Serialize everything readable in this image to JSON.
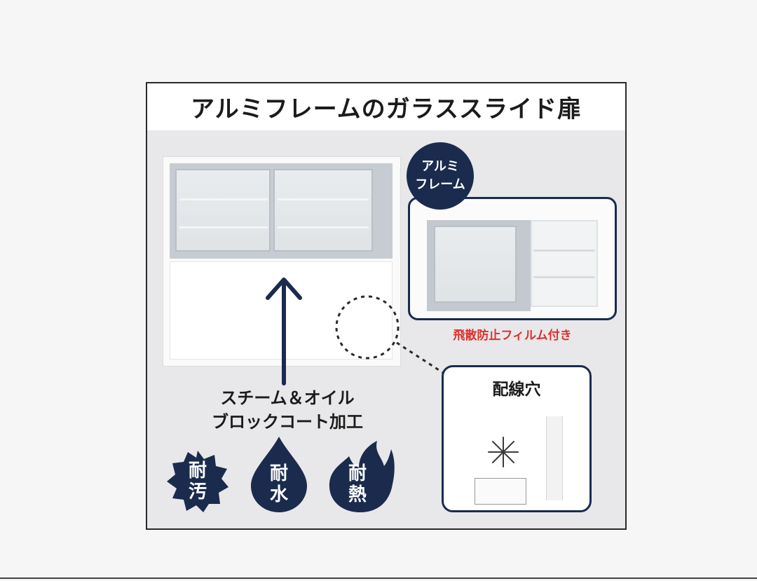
{
  "title": "アルミフレームのガラススライド扉",
  "steam_label_line1": "スチーム＆オイル",
  "steam_label_line2": "ブロックコート加工",
  "badges": {
    "stain": {
      "line1": "耐",
      "line2": "汚"
    },
    "water": {
      "line1": "耐",
      "line2": "水"
    },
    "heat": {
      "line1": "耐",
      "line2": "熱"
    }
  },
  "aluminium_frame": {
    "line1": "アルミ",
    "line2": "フレーム"
  },
  "film_label": "飛散防止フィルム付き",
  "wiring_hole_label": "配線穴",
  "colors": {
    "navy": "#1b2b4d",
    "accent_red": "#e0302d"
  }
}
